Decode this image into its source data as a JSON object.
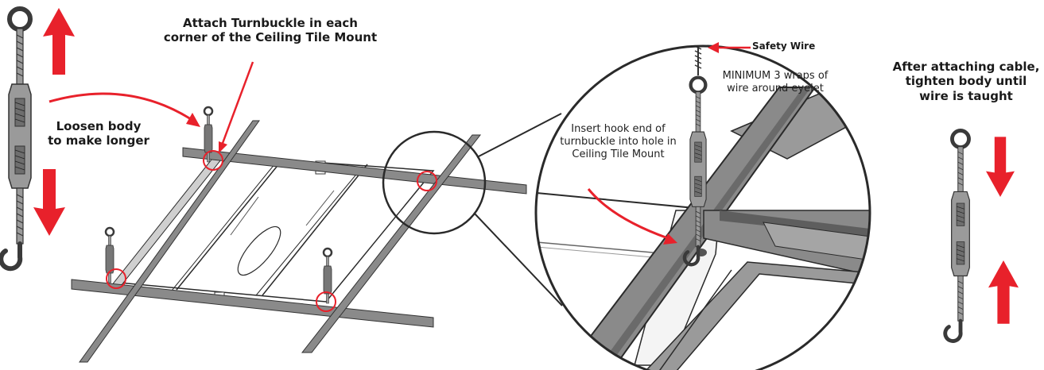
{
  "labels": {
    "loosen": "Loosen body\nto make longer",
    "attach": "Attach Turnbuckle in each\ncorner of the Ceiling Tile Mount",
    "safety_wire": "Safety Wire",
    "minimum_wraps": "MINIMUM 3 wraps of\nwire around eyelet",
    "insert_hook": "Insert hook end of\nturnbuckle into hole in\nCeiling Tile Mount",
    "after_attaching": "After attaching cable,\ntighten body until\nwire is taught"
  },
  "colors": {
    "accent_red": "#e8212b",
    "rail_gray": "#8a8a8a",
    "rail_dark": "#5a5a5a",
    "metal_fill": "#9a9a9a",
    "metal_dark": "#6e6e6e",
    "line": "#2a2a2a"
  },
  "icons": [
    "turnbuckle-icon",
    "arrow-up-icon",
    "arrow-down-icon",
    "highlight-circle-icon",
    "magnifier-circle-icon"
  ]
}
